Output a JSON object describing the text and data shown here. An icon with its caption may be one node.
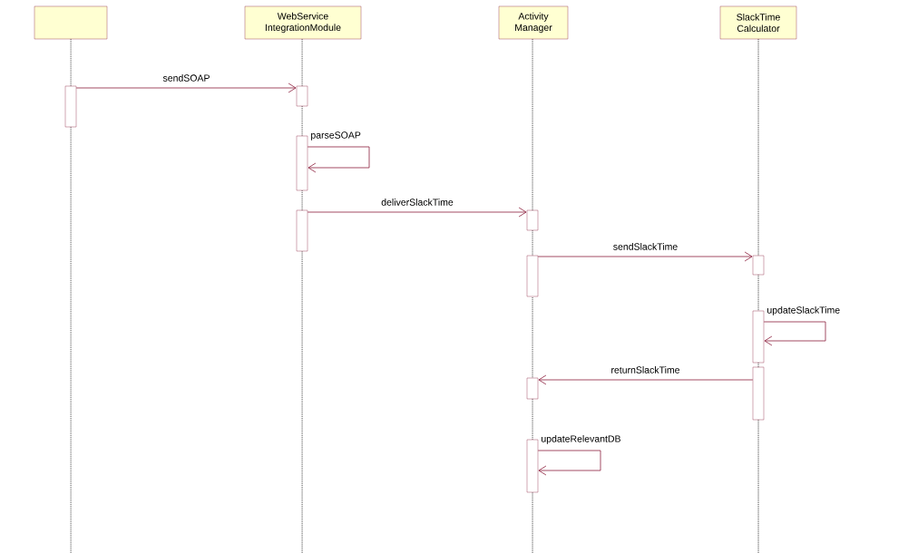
{
  "diagram": {
    "nodes": [
      {
        "text": [],
        "shape": "box"
      },
      {
        "text": [
          "WebService IntegrationModule"
        ]
      },
      {
        "text": [
          "Activity Manager"
        ]
      },
      {
        "text": [
          "SlackTime Calculator"
        ]
      },
      {
        "text": [],
        "shape": "bar"
      },
      {
        "text": [],
        "shape": "bar"
      },
      {
        "text": [],
        "shape": "bar"
      },
      {
        "text": [],
        "shape": "bar"
      },
      {
        "text": [],
        "shape": "bar"
      },
      {
        "text": [],
        "shape": "bar"
      },
      {
        "text": [],
        "shape": "bar"
      },
      {
        "text": [],
        "shape": "bar"
      },
      {
        "text": [],
        "shape": "bar"
      },
      {
        "text": [],
        "shape": "bar"
      },
      {
        "text": [],
        "shape": "bar"
      }
    ],
    "edges": [
      {
        "from": 4,
        "to": 5,
        "arrow": "to",
        "label": "sendSOAP"
      },
      {
        "from": 6,
        "to": 6,
        "arrow": "to",
        "label": "parseSOAP"
      },
      {
        "from": 7,
        "to": 8,
        "arrow": "to",
        "label": "deliverSlackTime"
      },
      {
        "from": 9,
        "to": 10,
        "arrow": "to",
        "label": "sendSlackTime"
      },
      {
        "from": 11,
        "to": 11,
        "arrow": "to",
        "label": "updateSlackTime"
      },
      {
        "from": 12,
        "to": 13,
        "arrow": "to",
        "label": "returnSlackTime"
      },
      {
        "from": 14,
        "to": 14,
        "arrow": "to",
        "label": "updateRelevantDB"
      }
    ]
  }
}
